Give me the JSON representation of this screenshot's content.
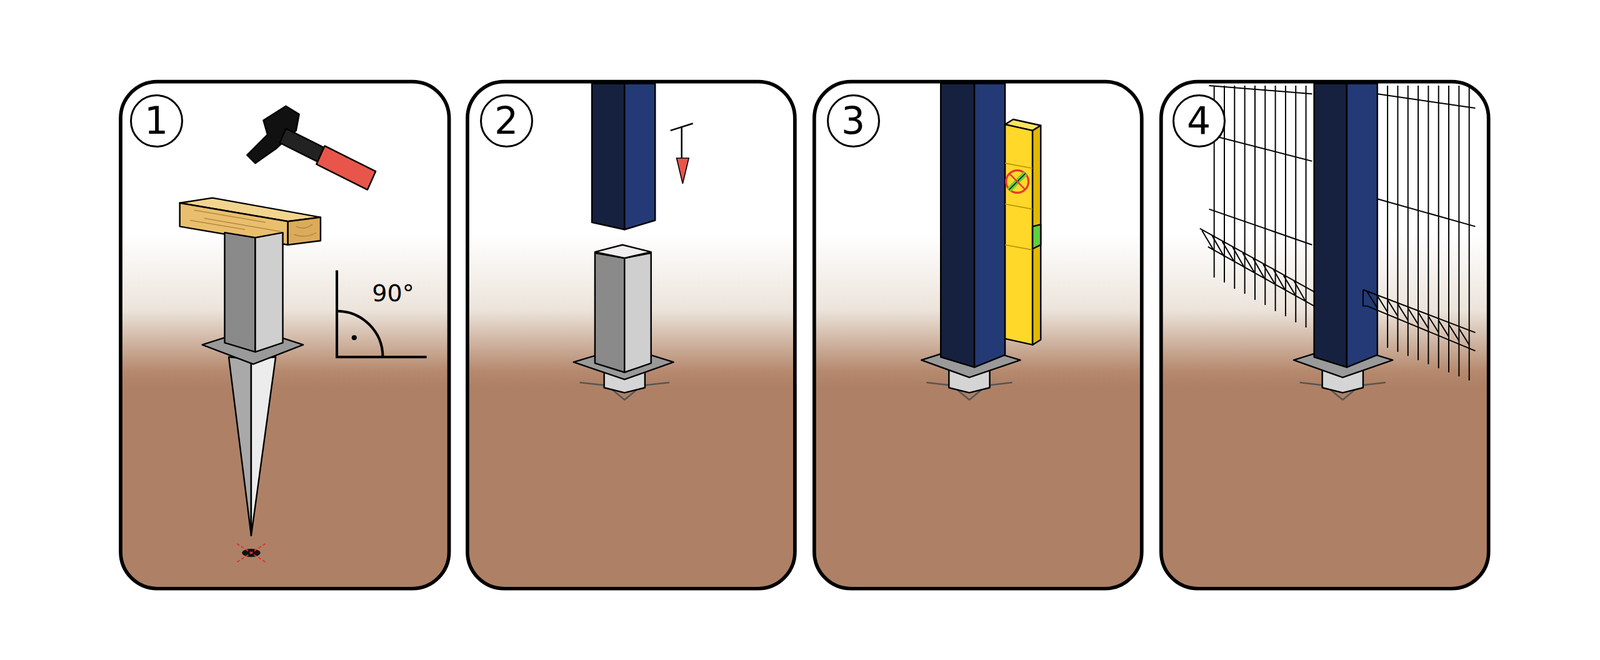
{
  "diagram": {
    "nodes": [
      {
        "text": [
          "1"
        ]
      },
      {
        "text": [
          "2"
        ]
      },
      {
        "text": [
          "3"
        ]
      },
      {
        "text": [
          "4"
        ]
      }
    ],
    "labels": [
      "90°"
    ]
  }
}
